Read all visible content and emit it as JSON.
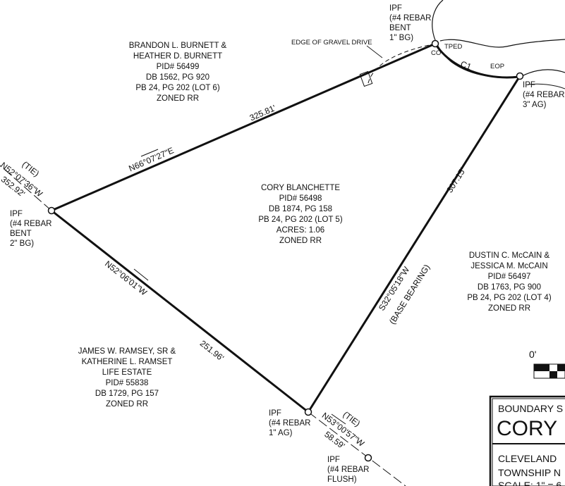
{
  "owners": {
    "north": [
      "BRANDON L. BURNETT &",
      "HEATHER D. BURNETT",
      "PID# 56499",
      "DB 1562, PG 920",
      "PB 24, PG 202 (LOT 6)",
      "ZONED RR"
    ],
    "subject": [
      "CORY BLANCHETTE",
      "PID# 56498",
      "DB 1874, PG 158",
      "PB 24, PG 202 (LOT 5)",
      "ACRES: 1.06",
      "ZONED RR"
    ],
    "east": [
      "DUSTIN C. McCAIN &",
      "JESSICA M. McCAIN",
      "PID# 56497",
      "DB 1763, PG 900",
      "PB 24, PG 202 (LOT 4)",
      "ZONED RR"
    ],
    "southwest": [
      "JAMES W. RAMSEY, SR &",
      "KATHERINE L. RAMSET",
      "LIFE ESTATE",
      "PID# 55838",
      "DB 1729, PG 157",
      "ZONED RR"
    ]
  },
  "pins": {
    "west": [
      "IPF",
      "(#4 REBAR",
      "BENT",
      "2\" BG)"
    ],
    "top": [
      "IPF",
      "(#4 REBAR",
      "BENT",
      "1\" BG)"
    ],
    "east": [
      "IPF",
      "(#4 REBAR",
      "3\" AG)"
    ],
    "south": [
      "IPF",
      "(#4 REBAR",
      "1\" AG)"
    ],
    "tie_south": [
      "IPF",
      "(#4 REBAR",
      "FLUSH)"
    ]
  },
  "dimensions": {
    "north_bearing": "N66°07'27\"E",
    "north_distance": "325.81'",
    "east_bearing": "S32°05'18\"W",
    "east_note": "(BASE BEARING)",
    "east_distance": "307.15'",
    "sw_bearing": "N52°06'01\"W",
    "sw_distance": "251.96'",
    "tie_nw_label": "(TIE)",
    "tie_nw_bearing": "N52°07'36\"W",
    "tie_nw_distance": "352.92'",
    "tie_s_label": "(TIE)",
    "tie_s_bearing": "N53°00'57\"W",
    "tie_s_distance": "58.59'"
  },
  "labels": {
    "gravel": "EDGE OF GRAVEL DRIVE",
    "tped": "TPED",
    "co": "CO",
    "curve": "C1",
    "eop": "EOP"
  },
  "scale": {
    "zero": "0'"
  },
  "title_block": {
    "heading": "BOUNDARY S",
    "name": "CORY",
    "line1": "CLEVELAND",
    "line2": "TOWNSHIP N",
    "line3": "SCALE: 1\" = 6"
  }
}
